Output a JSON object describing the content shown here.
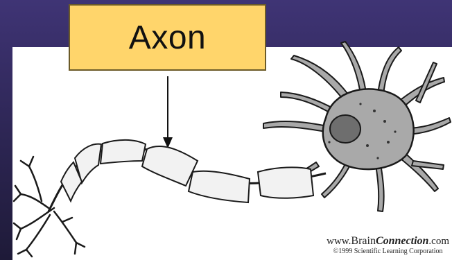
{
  "label": {
    "text": "Axon",
    "fill": "#ffd56b"
  },
  "credit": {
    "url_prefix": "www.",
    "url_brand": "Brain",
    "url_emph": "Connection",
    "url_suffix": ".com",
    "copyright": "©1999 Scientific Learning Corporation"
  },
  "colors": {
    "background": "#2c2552",
    "panel": "#ffffff",
    "cell_fill": "#a9a9a9",
    "nucleus": "#6e6e6e",
    "myelin": "#f2f2f2",
    "outline": "#1a1a1a"
  }
}
